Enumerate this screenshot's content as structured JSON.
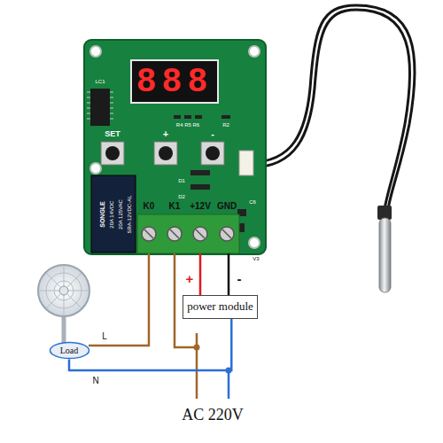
{
  "diagram": {
    "nodes": [
      {
        "text": [
          "power module"
        ]
      },
      {
        "text": [
          "Load"
        ]
      }
    ],
    "edges": [
      {
        "from": 1,
        "to": 0,
        "arrow": "none"
      }
    ],
    "labels": [
      "888",
      "SET",
      "+",
      "-",
      "LC1",
      "R4 R5 R6",
      "D1",
      "D2",
      "R2",
      "C6",
      "V3",
      "SONGLE",
      "20A 14VDC",
      "20A 125VAC",
      "SRA-12VDC-AL",
      "K0",
      "K1",
      "+12V",
      "GND",
      "+",
      "-",
      "L",
      "N",
      "AC 220V"
    ]
  }
}
